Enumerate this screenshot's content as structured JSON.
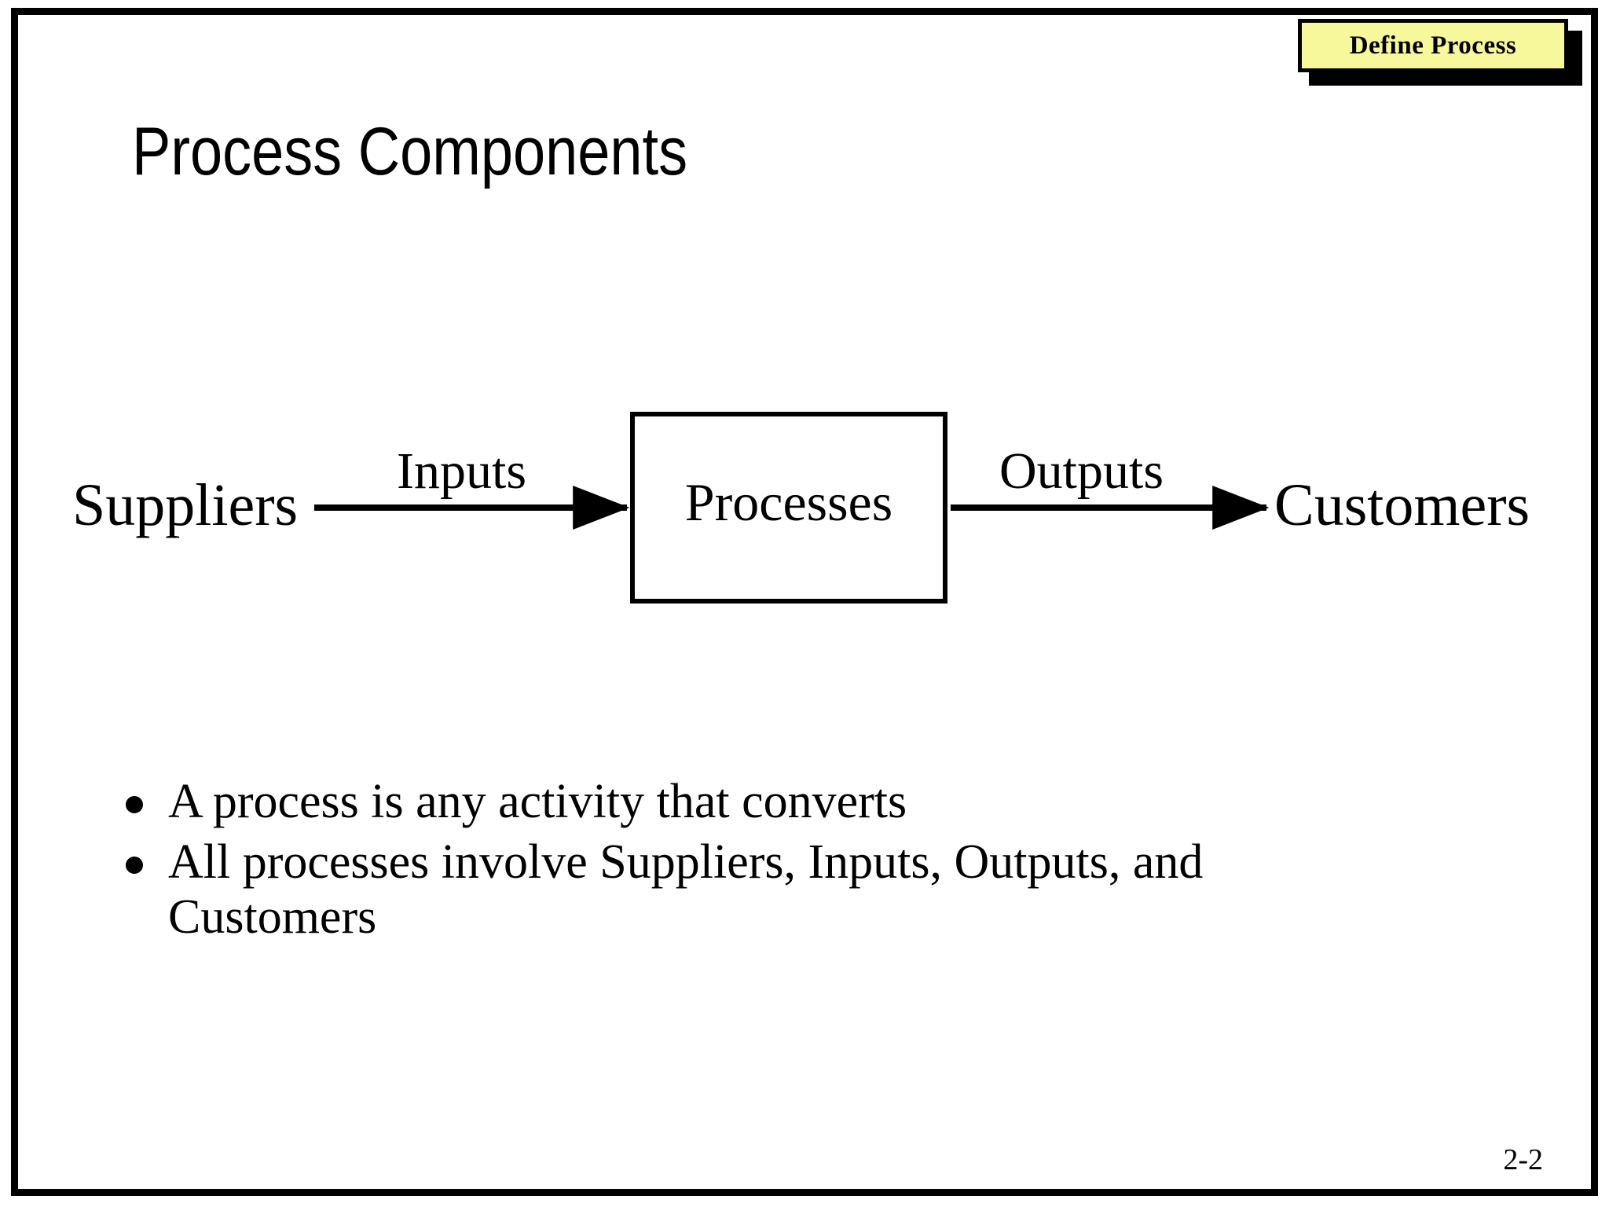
{
  "slide": {
    "title": "Process Components",
    "page_number": "2-2",
    "border_color": "#000000",
    "background_color": "#ffffff"
  },
  "badge": {
    "label": "Define Process",
    "fill_color": "#f7f79c",
    "border_color": "#000000",
    "shadow_color": "#000000"
  },
  "diagram": {
    "supplier_node": "Suppliers",
    "process_node": "Processes",
    "customer_node": "Customers",
    "input_arrow_label": "Inputs",
    "output_arrow_label": "Outputs"
  },
  "bullets": [
    {
      "text": "A process is any activity that converts"
    },
    {
      "text": "All processes involve Suppliers, Inputs, Outputs, and Customers"
    }
  ]
}
